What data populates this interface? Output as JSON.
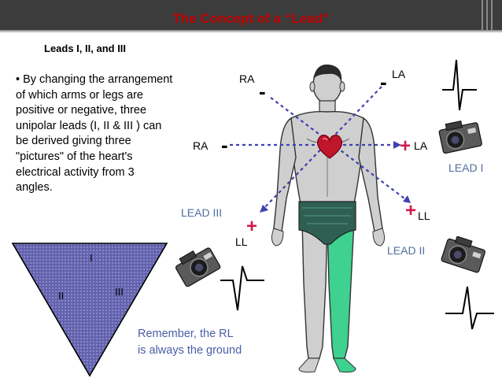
{
  "title": "The Concept of a “Lead”",
  "subtitle": "Leads I, II, and III",
  "bullet_text": "• By changing the arrangement of which arms or legs are positive or negative, three unipolar leads (I, II & III ) can be derived giving three \"pictures\" of the heart's electrical activity from 3 angles.",
  "triangle_labels": {
    "top": "I",
    "left": "II",
    "right": "III"
  },
  "electrodes": {
    "ra_top": "RA",
    "la_top": "LA",
    "ra_mid": "RA",
    "la_mid": "LA",
    "ll_left": "LL",
    "ll_right": "LL"
  },
  "signs": {
    "minus": "-",
    "plus": "+"
  },
  "lead_labels": {
    "lead1": "LEAD I",
    "lead2": "LEAD II",
    "lead3": "LEAD III"
  },
  "remember_line1": "Remember, the RL",
  "remember_line2": "is always the ground",
  "colors": {
    "title": "#c00000",
    "plus": "#d01a4c",
    "lead_label": "#4f6f9e",
    "remember": "#4a5ea8",
    "triangle": "#5e5eaa",
    "leg": "#3fd18f",
    "dashed": "#4040b0"
  },
  "icons": [
    "camera-icon",
    "ecg-waveform-icon",
    "heart-icon",
    "human-figure"
  ]
}
